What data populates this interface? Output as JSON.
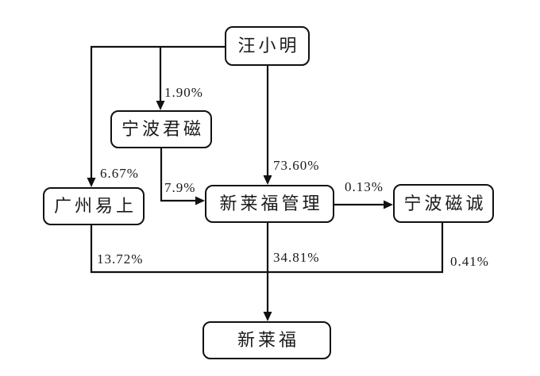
{
  "diagram": {
    "type": "ownership-structure",
    "colors": {
      "background": "#ffffff",
      "line": "#111111",
      "box_border": "#111111",
      "box_fill": "#ffffff",
      "text": "#1a1a1a"
    },
    "nodes": [
      {
        "id": "wang-xiaoming",
        "label": "汪小明"
      },
      {
        "id": "ningbo-junci",
        "label": "宁波君磁"
      },
      {
        "id": "guangzhou-yishang",
        "label": "广州易上"
      },
      {
        "id": "xinlaifu-management",
        "label": "新莱福管理"
      },
      {
        "id": "ningbo-cicheng",
        "label": "宁波磁诚"
      },
      {
        "id": "xinlaifu",
        "label": "新莱福"
      }
    ],
    "edges": [
      {
        "from": "汪小明",
        "to": "宁波君磁",
        "label": "1.90%"
      },
      {
        "from": "汪小明",
        "to": "广州易上",
        "label": "6.67%"
      },
      {
        "from": "汪小明",
        "to": "新莱福管理",
        "label": "73.60%"
      },
      {
        "from": "宁波君磁",
        "to": "新莱福管理",
        "label": "7.9%"
      },
      {
        "from": "新莱福管理",
        "to": "宁波磁诚",
        "label": "0.13%"
      },
      {
        "from": "广州易上",
        "to": "新莱福",
        "label": "13.72%"
      },
      {
        "from": "新莱福管理",
        "to": "新莱福",
        "label": "34.81%"
      },
      {
        "from": "宁波磁诚",
        "to": "新莱福",
        "label": "0.41%"
      }
    ]
  }
}
